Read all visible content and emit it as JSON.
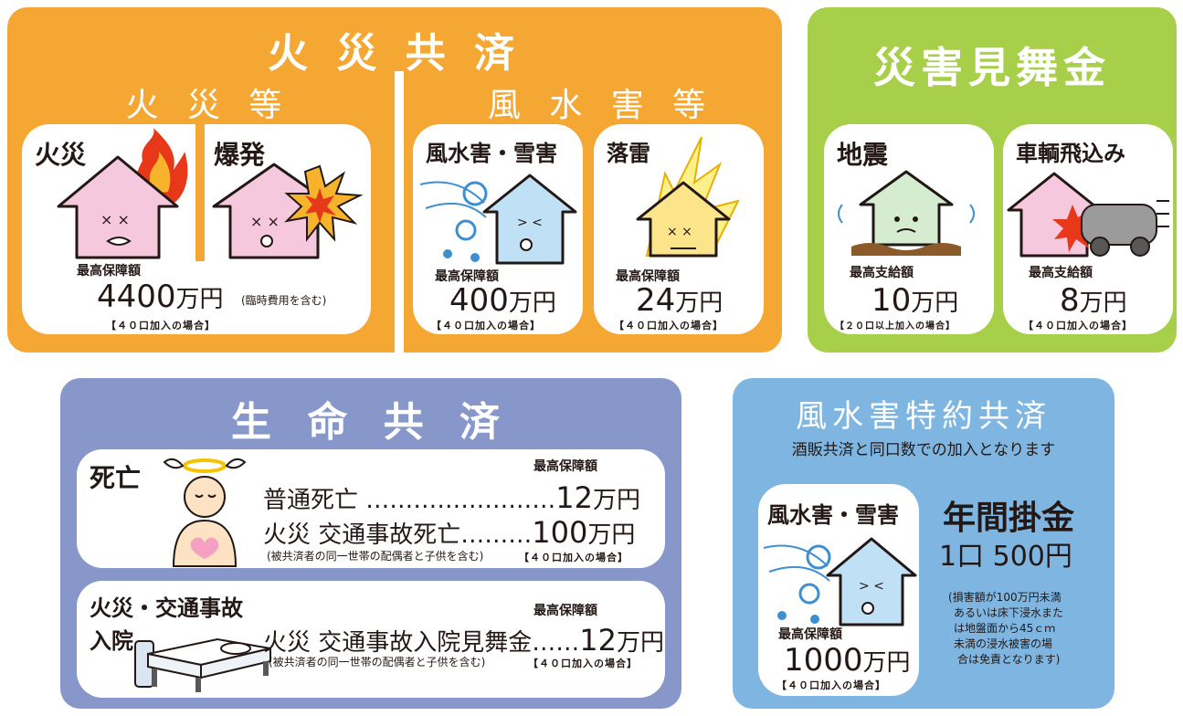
{
  "colors": {
    "fire_orange": "#f5a733",
    "green": "#a7cf4a",
    "purple": "#8897c9",
    "blue": "#7fb6e1"
  },
  "fire_mutual": {
    "title": "火 災 共 済",
    "sub_fire": "火 災 等",
    "sub_wind": "風 水 害 等",
    "fire": {
      "label_fire": "火災",
      "label_explosion": "爆発",
      "max_label": "最高保障額",
      "amount": "4400",
      "unit": "万円",
      "note": "(臨時費用を含む)",
      "condition": "【４０口加入の場合】"
    },
    "wind": {
      "label": "風水害・雪害",
      "max_label": "最高保障額",
      "amount": "400",
      "unit": "万円",
      "condition": "【４０口加入の場合】"
    },
    "lightning": {
      "label": "落雷",
      "max_label": "最高保障額",
      "amount": "24",
      "unit": "万円",
      "condition": "【４０口加入の場合】"
    }
  },
  "disaster_relief": {
    "title": "災害見舞金",
    "earthquake": {
      "label": "地震",
      "max_label": "最高支給額",
      "amount": "10",
      "unit": "万円",
      "condition": "【２０口以上加入の場合】"
    },
    "vehicle": {
      "label": "車輌飛込み",
      "max_label": "最高支給額",
      "amount": "8",
      "unit": "万円",
      "condition": "【４０口加入の場合】"
    }
  },
  "life_mutual": {
    "title": "生 命 共 済",
    "death": {
      "label": "死亡",
      "max_label": "最高保障額",
      "line1_text": "普通死亡 ……………………",
      "line1_amount": "12",
      "line1_unit": "万円",
      "line2_text": "火災 交通事故死亡………",
      "line2_amount": "100",
      "line2_unit": "万円",
      "note": "(被共済者の同一世帯の配偶者と子供を含む)",
      "condition": "【４０口加入の場合】"
    },
    "hospital": {
      "label_line1": "火災・交通事故",
      "label_line2": "入院",
      "max_label": "最高保障額",
      "text": "火災 交通事故入院見舞金……",
      "amount": "12",
      "unit": "万円",
      "note": "(被共済者の同一世帯の配偶者と子供を含む)",
      "condition": "【４０口加入の場合】"
    }
  },
  "wind_special": {
    "title": "風水害特約共済",
    "subtitle": "酒販共済と同口数での加入となります",
    "card_label": "風水害・雪害",
    "max_label": "最高保障額",
    "amount": "1000",
    "unit": "万円",
    "condition": "【４０口加入の場合】",
    "premium_title": "年間掛金",
    "premium_value": "1口 500円",
    "notes": [
      "(損害額が100万円未満",
      "あるいは床下浸水また",
      "は地盤面から45ｃｍ",
      "未満の浸水被害の場",
      "合は免責となります)"
    ]
  }
}
